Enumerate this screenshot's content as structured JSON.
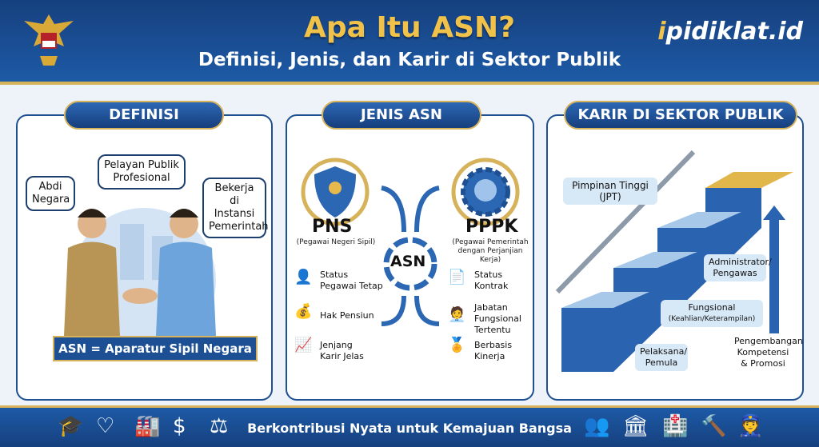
{
  "header": {
    "title": "Apa Itu ASN?",
    "subtitle": "Definisi, Jenis, dan Karir di Sektor Publik",
    "logo_prefix": "i",
    "logo_text": "pidiklat.id"
  },
  "definisi": {
    "heading": "DEFINISI",
    "bubbles": [
      "Abdi Negara",
      "Pelayan Publik Profesional",
      "Bekerja di Instansi Pemerintah"
    ],
    "ribbon": "ASN = Aparatur Sipil Negara"
  },
  "jenis": {
    "heading": "JENIS ASN",
    "center": "ASN",
    "pns": {
      "name": "PNS",
      "full": "(Pegawai Negeri Sipil)",
      "items": [
        "Status Pegawai Tetap",
        "Hak Pensiun",
        "Jenjang Karir Jelas"
      ]
    },
    "pppk": {
      "name": "PPPK",
      "full": "(Pegawai Pemerintah dengan Perjanjian Kerja)",
      "items": [
        "Status Kontrak",
        "Jabatan Fungsional Tertentu",
        "Berbasis Kinerja"
      ]
    }
  },
  "karir": {
    "heading": "KARIR DI SEKTOR PUBLIK",
    "levels": [
      "Pimpinan Tinggi (JPT)",
      "Administrator/ Pengawas",
      "Fungsional",
      "(Keahlian/Keterampilan)",
      "Pelaksana/ Pemula"
    ],
    "arrow_label": "Pengembangan Kompetensi & Promosi"
  },
  "footer": {
    "text": "Berkontribusi Nyata untuk Kemajuan Bangsa",
    "icons": [
      "graduation-cap",
      "heart-pulse",
      "factory",
      "money-hand",
      "scales",
      "community-hands",
      "government-building",
      "hospital",
      "gavel",
      "police-officer"
    ]
  },
  "colors": {
    "navy": "#16407e",
    "gold": "#f0c24a",
    "panel_border": "#1d4f91"
  }
}
